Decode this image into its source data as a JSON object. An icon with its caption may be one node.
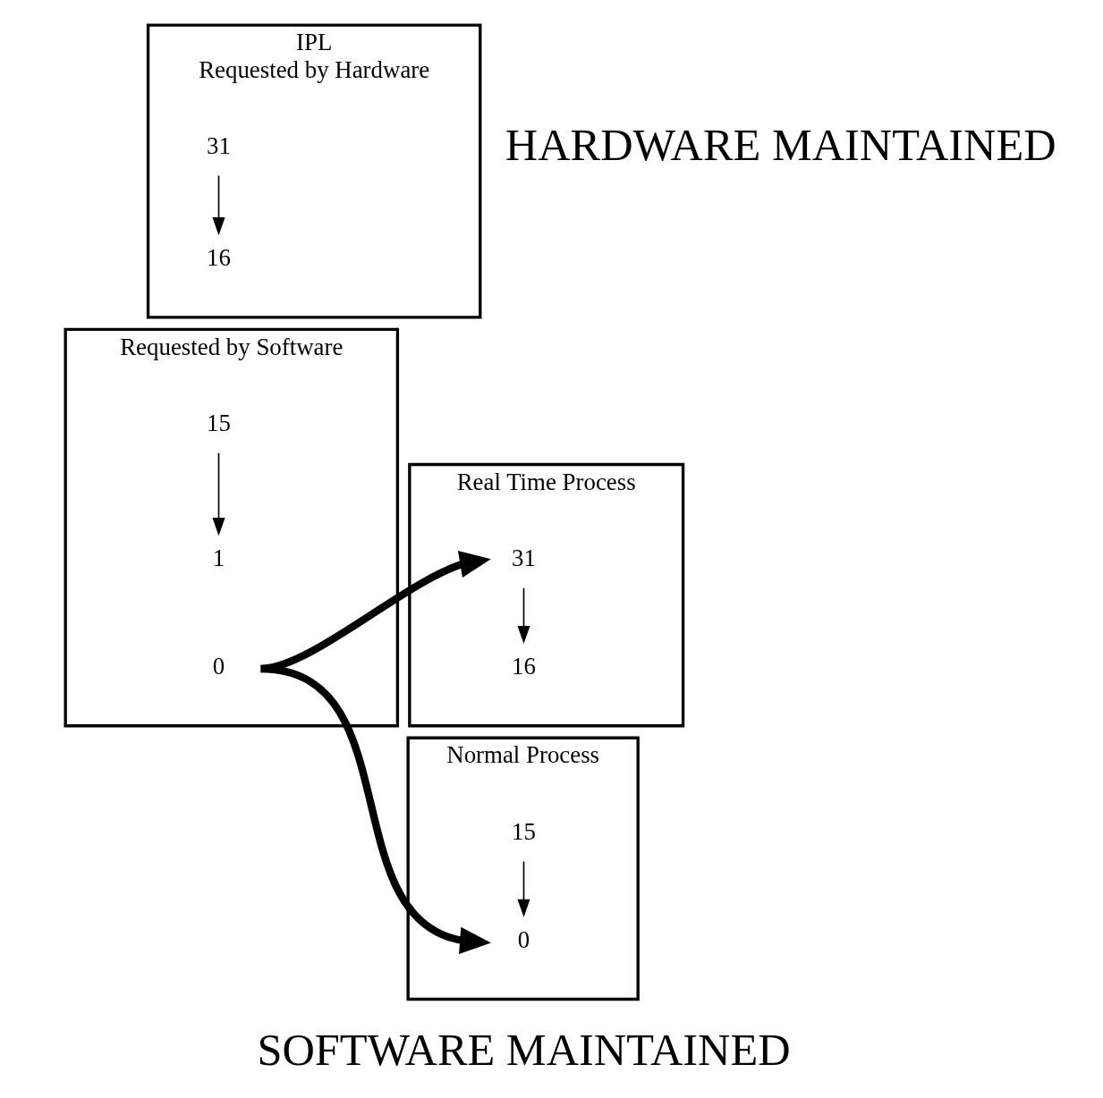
{
  "diagram": {
    "nodes": [
      {
        "text": [
          "IPL",
          "Requested by Hardware"
        ]
      },
      {
        "text": [
          "31"
        ],
        "in": 0
      },
      {
        "text": [
          "16"
        ],
        "in": 0
      },
      {
        "text": [
          "Requested by Software"
        ]
      },
      {
        "text": [
          "15"
        ],
        "in": 3
      },
      {
        "text": [
          "1"
        ],
        "in": 3
      },
      {
        "text": [
          "0"
        ],
        "in": 3
      },
      {
        "text": [
          "Real Time Process"
        ]
      },
      {
        "text": [
          "31"
        ],
        "in": 7
      },
      {
        "text": [
          "16"
        ],
        "in": 7
      },
      {
        "text": [
          "Normal Process"
        ]
      },
      {
        "text": [
          "15"
        ],
        "in": 10
      },
      {
        "text": [
          "0"
        ],
        "in": 10
      }
    ],
    "edges": [
      {
        "from": 1,
        "to": 2,
        "arrow": "to"
      },
      {
        "from": 4,
        "to": 5,
        "arrow": "to"
      },
      {
        "from": 8,
        "to": 9,
        "arrow": "to"
      },
      {
        "from": 11,
        "to": 12,
        "arrow": "to"
      },
      {
        "from": 6,
        "to": 8,
        "arrow": "to",
        "style": "thick"
      },
      {
        "from": 6,
        "to": 12,
        "arrow": "to",
        "style": "thick"
      }
    ],
    "labels": [
      "HARDWARE MAINTAINED",
      "SOFTWARE MAINTAINED"
    ]
  }
}
